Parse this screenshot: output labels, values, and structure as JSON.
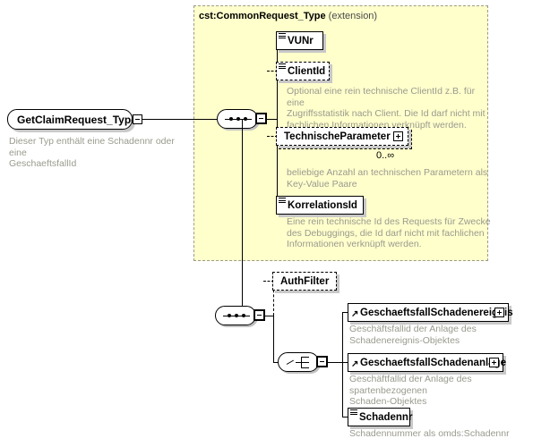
{
  "diagram": {
    "type": "xsd-schema-diagram",
    "root": {
      "name": "GetClaimRequest_Type",
      "annotation": "Dieser Typ enthält eine Schadennr oder eine\nGeschaeftsfallId",
      "toggle_icon": "minus-icon"
    },
    "extension_group": {
      "title_type": "cst:CommonRequest_Type",
      "title_kind": "(extension)",
      "compositor": "sequence",
      "children": [
        {
          "name": "VUNr",
          "optional": false,
          "icon": "element-icon",
          "expand": null,
          "cardinality": null,
          "annotation": null
        },
        {
          "name": "ClientId",
          "optional": true,
          "icon": "element-icon",
          "expand": null,
          "cardinality": null,
          "annotation": "Optional eine rein technische ClientId z.B. für eine\nZugriffsstatistik nach Client. Die Id darf nicht mit\nfachlichen Informationen verknüpft werden."
        },
        {
          "name": "TechnischeParameter",
          "optional": true,
          "icon": null,
          "expand": "plus-icon",
          "cardinality": "0..∞",
          "annotation": "beliebige Anzahl an technischen Parametern als\nKey-Value Paare"
        },
        {
          "name": "KorrelationsId",
          "optional": false,
          "icon": "element-icon",
          "expand": null,
          "cardinality": null,
          "annotation": "Eine rein technische Id des Requests für Zwecke\ndes Debuggings, die Id darf nicht mit fachlichen\nInformationen verknüpft werden."
        }
      ]
    },
    "lower_group": {
      "compositor": "sequence",
      "children": [
        {
          "name": "AuthFilter",
          "optional": true,
          "icon": null,
          "expand": null,
          "cardinality": null,
          "annotation": null
        }
      ],
      "choice": {
        "compositor": "choice",
        "children": [
          {
            "name": "GeschaeftsfallSchadenereignis",
            "optional": false,
            "icon": "reference-arrow-icon",
            "expand": "plus-icon",
            "cardinality": null,
            "annotation": "Geschäftsfallid der Anlage des\nSchadenereignis-Objektes"
          },
          {
            "name": "GeschaeftsfallSchadenanlage",
            "optional": false,
            "icon": "reference-arrow-icon",
            "expand": "plus-icon",
            "cardinality": null,
            "annotation": "Geschäftfallid der Anlage des spartenbezogenen\nSchaden-Objektes"
          },
          {
            "name": "Schadennr",
            "optional": false,
            "icon": "element-icon",
            "expand": null,
            "cardinality": null,
            "annotation": "Schadennummer als omds:Schadennr"
          }
        ]
      }
    },
    "colors": {
      "extension_background": "#ffffcc",
      "extension_border": "#9a9a8c",
      "annotation_text": "#9a9a8e",
      "node_border": "#000000",
      "node_shadow": "#c8c8c8",
      "page_background": "#ffffff"
    }
  }
}
